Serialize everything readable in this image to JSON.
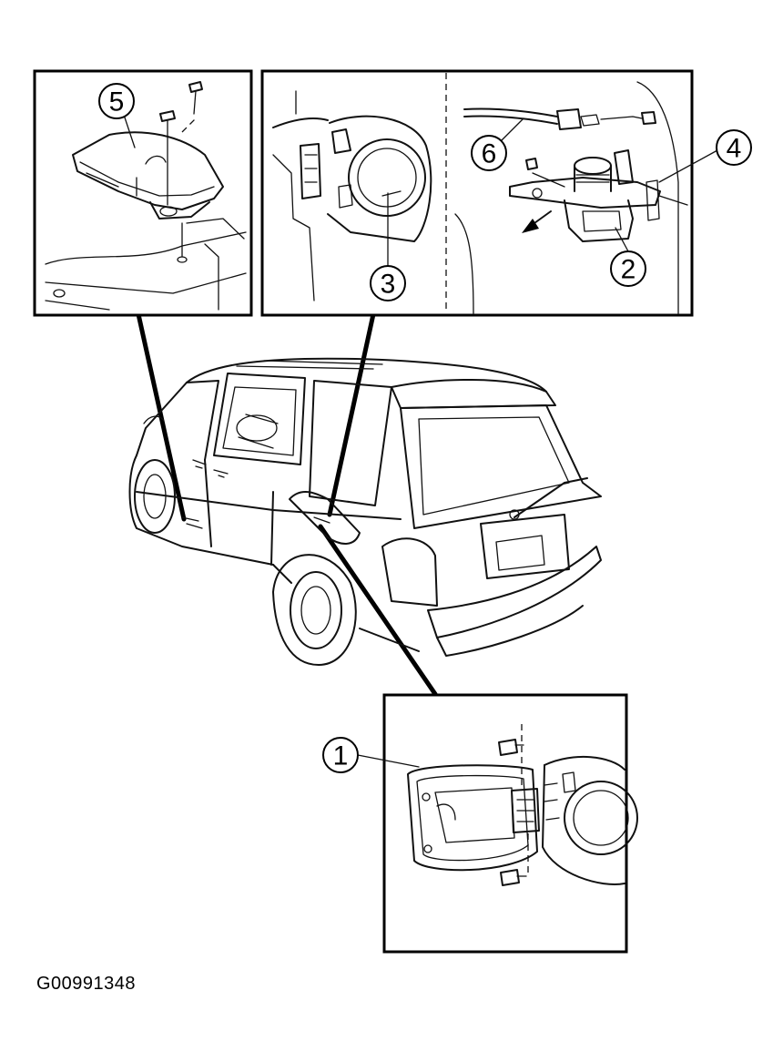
{
  "callouts": [
    {
      "id": "c1",
      "label": "1"
    },
    {
      "id": "c2",
      "label": "2"
    },
    {
      "id": "c3",
      "label": "3"
    },
    {
      "id": "c4",
      "label": "4"
    },
    {
      "id": "c5",
      "label": "5"
    },
    {
      "id": "c6",
      "label": "6"
    }
  ],
  "figure_id": "G00991348",
  "colors": {
    "ink": "#000000",
    "background": "#ffffff"
  }
}
